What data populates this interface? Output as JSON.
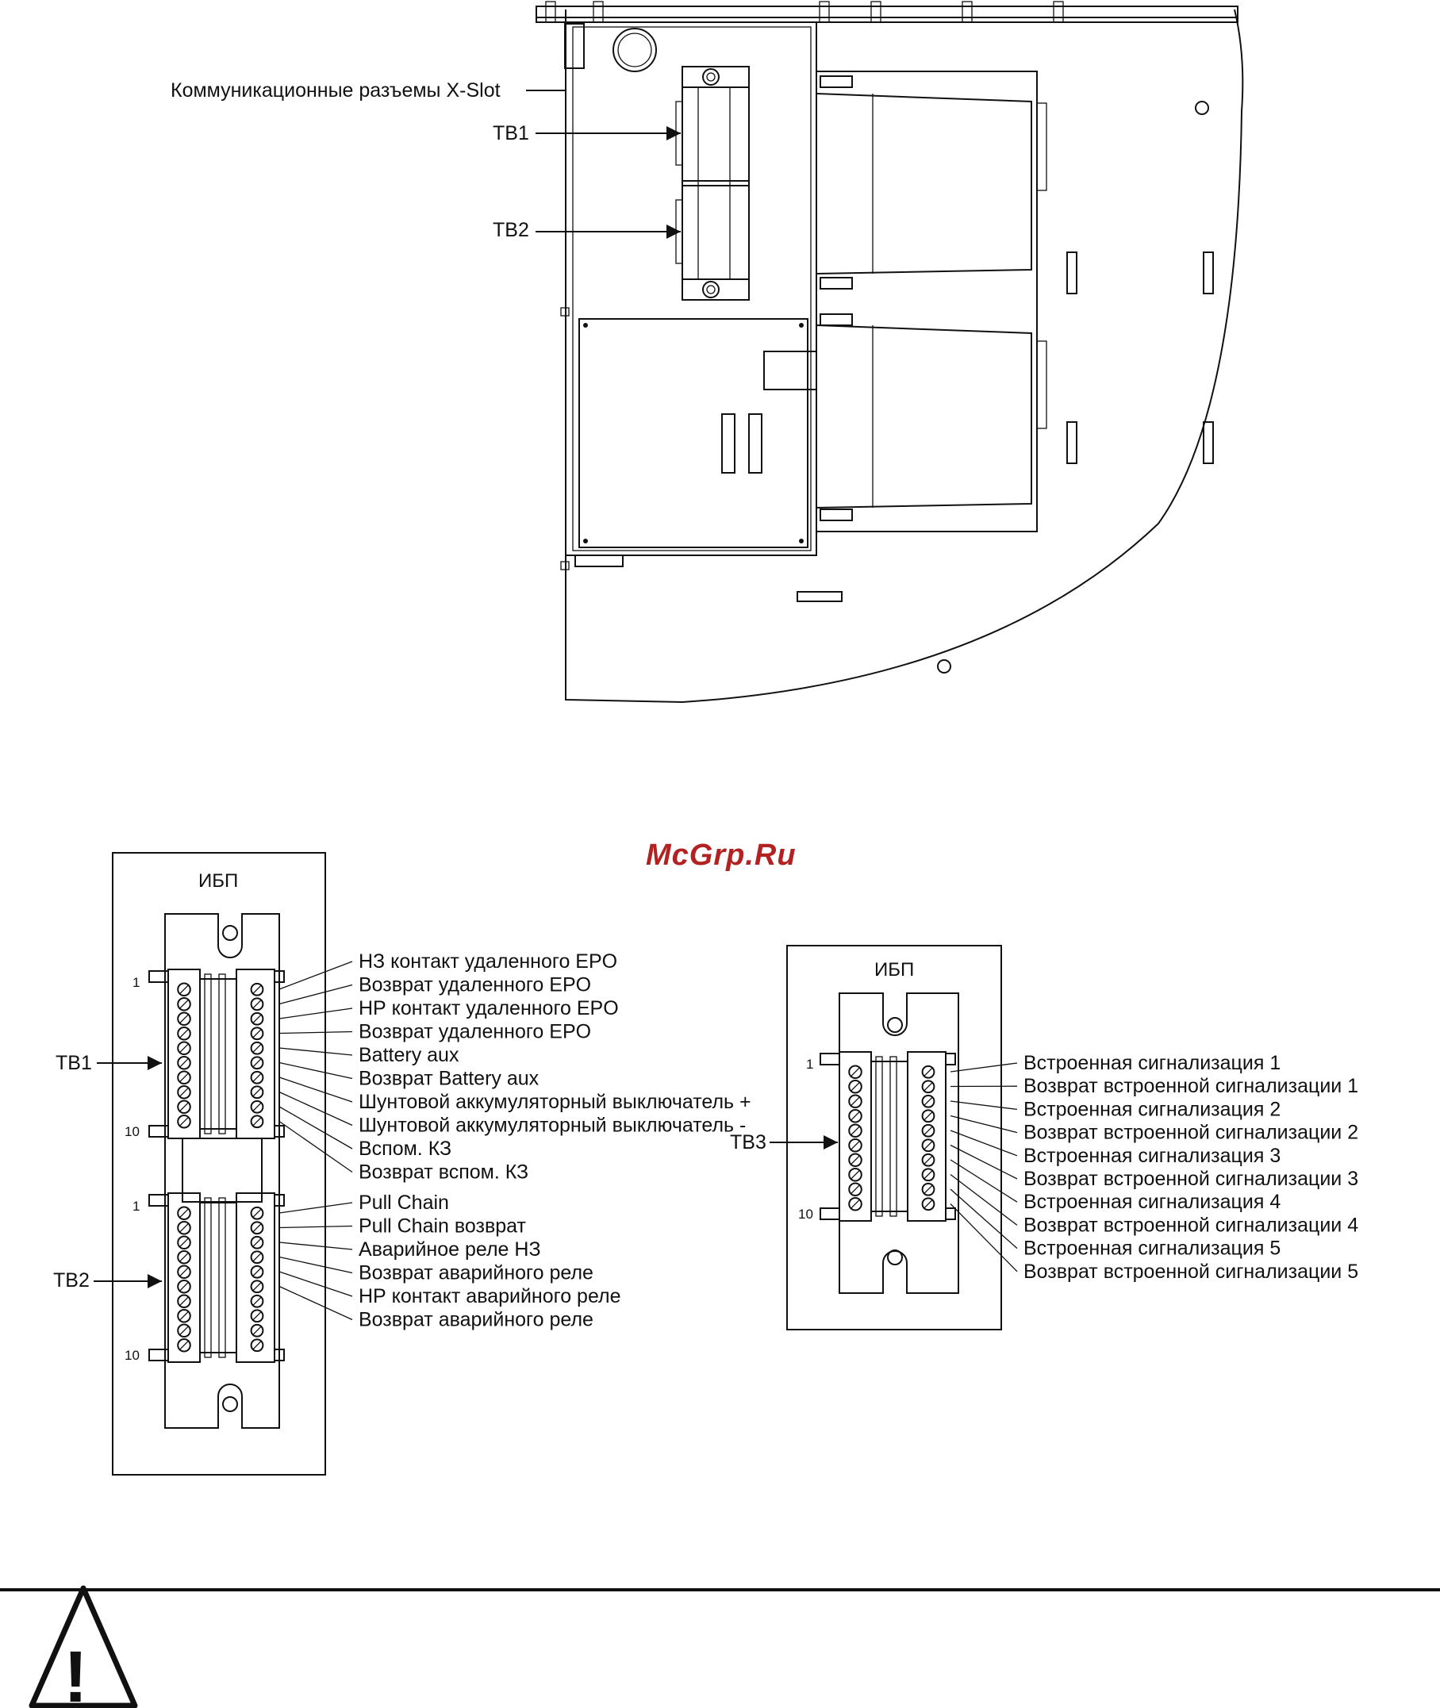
{
  "top_view": {
    "xslot_label": "Коммуникационные разъемы X-Slot",
    "tb1_label": "TB1",
    "tb2_label": "TB2"
  },
  "watermark": "McGrp.Ru",
  "panel_left": {
    "title": "ИБП",
    "tb1_label": "TB1",
    "tb2_label": "TB2",
    "tb1_pin_first": "1",
    "tb1_pin_last": "10",
    "tb2_pin_first": "1",
    "tb2_pin_last": "10",
    "tb1_terminals": [
      "НЗ контакт удаленного EPO",
      "Возврат удаленного EPO",
      "НР контакт удаленного EPO",
      "Возврат удаленного EPO",
      "Battery aux",
      "Возврат Battery aux",
      "Шунтовой аккумуляторный выключатель +",
      "Шунтовой аккумуляторный выключатель -",
      "Вспом. КЗ",
      "Возврат вспом. КЗ"
    ],
    "tb2_terminals": [
      "Pull Chain",
      "Pull Chain возврат",
      "Аварийное реле НЗ",
      "Возврат аварийного реле",
      "НР контакт аварийного реле",
      "Возврат аварийного реле"
    ]
  },
  "panel_right": {
    "title": "ИБП",
    "tb3_label": "TB3",
    "tb3_pin_first": "1",
    "tb3_pin_last": "10",
    "tb3_terminals": [
      "Встроенная сигнализация 1",
      "Возврат встроенной сигнализации 1",
      "Встроенная сигнализация 2",
      "Возврат встроенной сигнализации 2",
      "Встроенная сигнализация 3",
      "Возврат встроенной сигнализации 3",
      "Встроенная сигнализация 4",
      "Возврат встроенной сигнализации 4",
      "Встроенная сигнализация 5",
      "Возврат встроенной сигнализации 5"
    ]
  },
  "warning": {
    "symbol": "!",
    "icon": "warning-triangle-icon"
  }
}
